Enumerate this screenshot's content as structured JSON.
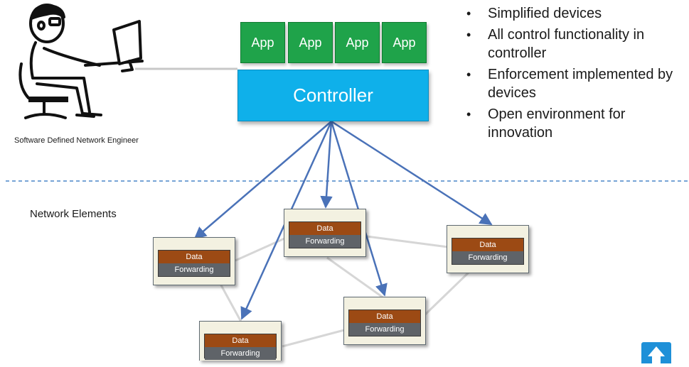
{
  "apps": [
    {
      "label": "App"
    },
    {
      "label": "App"
    },
    {
      "label": "App"
    },
    {
      "label": "App"
    }
  ],
  "controller": {
    "label": "Controller"
  },
  "bullets": [
    "Simplified devices",
    "All control functionality in controller",
    "Enforcement implemented by devices",
    "Open environment for innovation"
  ],
  "engineer_caption": "Software Defined Network Engineer",
  "network_elements_label": "Network Elements",
  "devices": [
    {
      "id": "d1",
      "data_label": "Data",
      "forwarding_label": "Forwarding"
    },
    {
      "id": "d2",
      "data_label": "Data",
      "forwarding_label": "Forwarding"
    },
    {
      "id": "d3",
      "data_label": "Data",
      "forwarding_label": "Forwarding"
    },
    {
      "id": "d4",
      "data_label": "Data",
      "forwarding_label": "Forwarding"
    },
    {
      "id": "d5",
      "data_label": "Data",
      "forwarding_label": "Forwarding"
    }
  ],
  "colors": {
    "app": "#1fa34a",
    "controller": "#0fb0ea",
    "arrow": "#4a72b8",
    "data_block": "#9c4a14",
    "forwarding_block": "#5f6368",
    "device_bg": "#f3f1e1",
    "divider": "#4a86c8"
  },
  "icons": {
    "engineer": "person-at-computer-icon",
    "corner": "logo-icon"
  }
}
